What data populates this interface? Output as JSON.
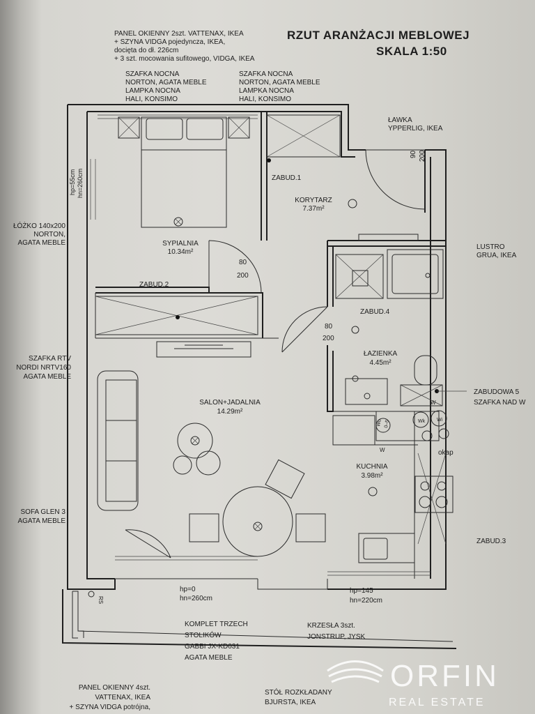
{
  "title": {
    "line1": "RZUT ARANŻACJI MEBLOWEJ",
    "line2": "SKALA 1:50"
  },
  "notes": {
    "window_panel_top": [
      "PANEL OKIENNY 2szt. VATTENAX, IKEA",
      "+ SZYNA VIDGA pojedyncza, IKEA,",
      "docięta do dł. 226cm",
      "+ 3 szt. mocowania sufitowego, VIDGA, IKEA"
    ],
    "nightstand_left": [
      "SZAFKA NOCNA",
      "NORTON, AGATA MEBLE",
      "LAMPKA NOCNA",
      "HALI, KONSIMO"
    ],
    "nightstand_right": [
      "SZAFKA NOCNA",
      "NORTON, AGATA MEBLE",
      "LAMPKA NOCNA",
      "HALI, KONSIMO"
    ],
    "bench": [
      "ŁAWKA",
      "YPPERLIG, IKEA"
    ],
    "mirror": [
      "LUSTRO",
      "GRUA, IKEA"
    ],
    "bed": [
      "ŁÓŻKO 140x200",
      "NORTON,",
      "AGATA MEBLE"
    ],
    "tv_cabinet": [
      "SZAFKA RTV",
      "NORDI NRTV160",
      "AGATA MEBLE"
    ],
    "sofa": [
      "SOFA GLEN 3",
      "AGATA MEBLE"
    ],
    "built_in_5": [
      "ZABUDOWA 5",
      "SZAFKA NAD W"
    ],
    "built_in_3": "ZABUD.3",
    "coffee_tables": [
      "KOMPLET TRZECH",
      "STOLIKÓW",
      "GABBI JX-KD031",
      "AGATA MEBLE"
    ],
    "chairs": [
      "KRZESŁA 3szt.",
      "JONSTRUP, JYSK"
    ],
    "window_panel_bottom": [
      "PANEL OKIENNY 4szt.",
      "VATTENAX, IKEA",
      "+ SZYNA VIDGA potrójna,"
    ],
    "table": [
      "STÓŁ ROZKŁADANY",
      "BJURSTA, IKEA"
    ]
  },
  "rooms": {
    "bedroom": {
      "name": "SYPIALNIA",
      "area": "10.34m²"
    },
    "corridor": {
      "name": "KORYTARZ",
      "area": "7.37m²"
    },
    "living": {
      "name": "SALON+JADALNIA",
      "area": "14.29m²"
    },
    "bathroom": {
      "name": "ŁAZIENKA",
      "area": "4.45m²"
    },
    "kitchen": {
      "name": "KUCHNIA",
      "area": "3.98m²"
    }
  },
  "built_ins": {
    "b1": "ZABUD.1",
    "b2": "ZABUD.2",
    "b4": "ZABUD.4"
  },
  "doors": {
    "entry": [
      "90",
      "200"
    ],
    "bedroom": [
      "80",
      "200"
    ],
    "bathroom": [
      "80",
      "200"
    ]
  },
  "window_heights": {
    "bedroom": [
      "hp=55cm",
      "hn=260cm"
    ],
    "balcony_door": [
      "hp=0",
      "hn=260cm"
    ],
    "kitchen_window": [
      "hp=145",
      "hn=220cm"
    ]
  },
  "fixtures": {
    "hood": "okap",
    "w1": "W",
    "w2": "W",
    "wo": "Wo",
    "wo_sub": "0–5",
    "wk": "Wk",
    "wi": "Wi",
    "rs": "RS"
  },
  "watermark": {
    "brand": "ORFIN",
    "sub": "REAL ESTATE"
  }
}
